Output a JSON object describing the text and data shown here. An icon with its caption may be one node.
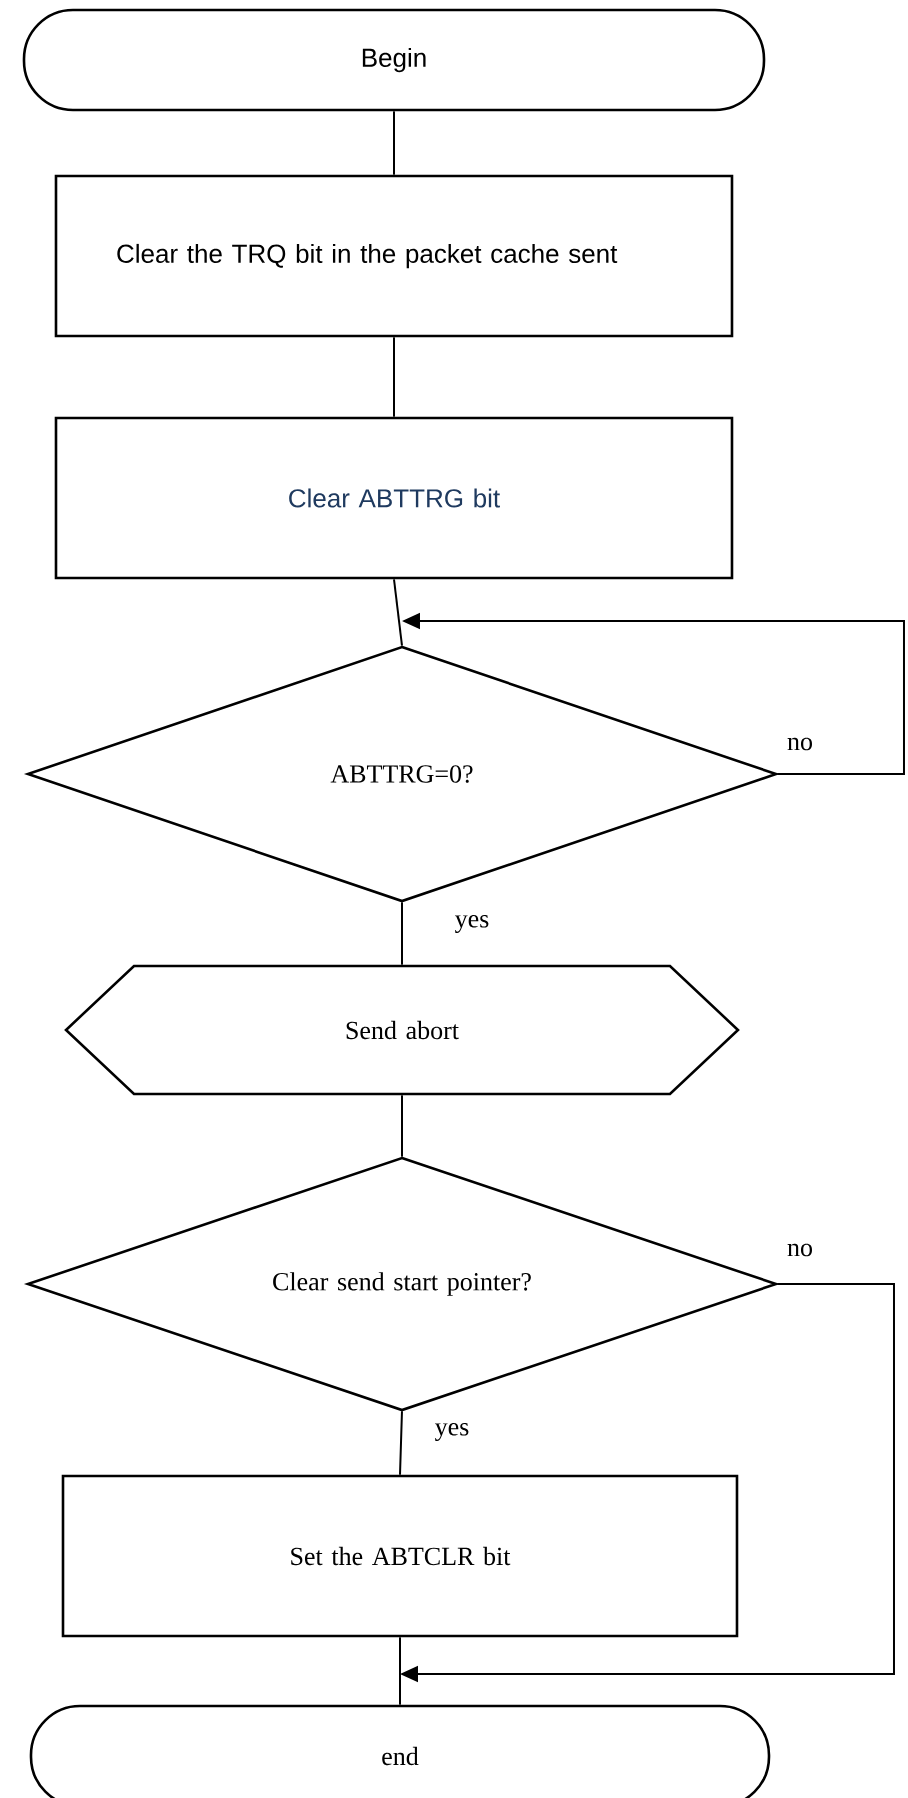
{
  "diagram": {
    "nodes": [
      {
        "text": [
          "Begin"
        ]
      },
      {
        "text": [
          "Clear the TRQ bit in the packet cache sent"
        ]
      },
      {
        "text": [
          "Clear ABTTRG bit"
        ]
      },
      {
        "text": [
          "ABTTRG=0?"
        ]
      },
      {
        "text": [
          "Send abort"
        ]
      },
      {
        "text": [
          "Clear send start pointer?"
        ]
      },
      {
        "text": [
          "Set the ABTCLR bit"
        ]
      },
      {
        "text": [
          "end"
        ]
      }
    ],
    "edges": [
      {
        "from": 0,
        "to": 1,
        "arrow": "none"
      },
      {
        "from": 1,
        "to": 2,
        "arrow": "none"
      },
      {
        "from": 2,
        "to": 3,
        "arrow": "none"
      },
      {
        "from": 3,
        "to": 3,
        "arrow": "to",
        "label": "no"
      },
      {
        "from": 3,
        "to": 4,
        "arrow": "none",
        "label": "yes"
      },
      {
        "from": 4,
        "to": 5,
        "arrow": "none"
      },
      {
        "from": 5,
        "to": 6,
        "arrow": "none",
        "label": "yes"
      },
      {
        "from": 6,
        "to": 7,
        "arrow": "none"
      },
      {
        "from": 5,
        "to": 7,
        "arrow": "to",
        "label": "no"
      }
    ]
  }
}
